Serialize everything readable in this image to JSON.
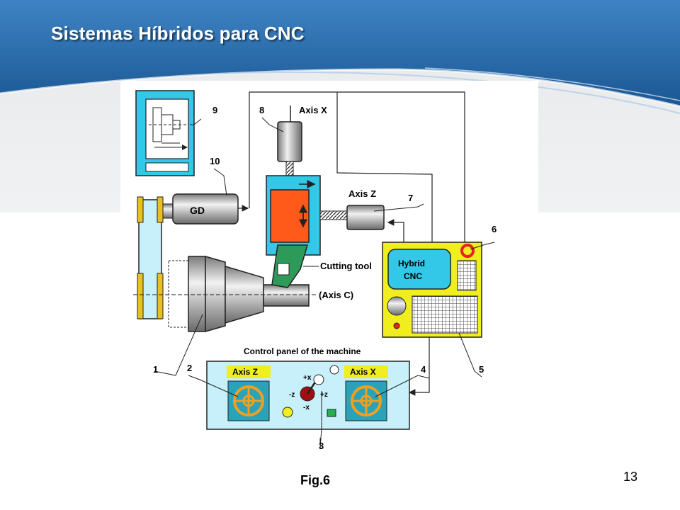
{
  "slide": {
    "title": "Sistemas Híbridos para CNC",
    "caption": "Fig.6",
    "page_number": "13"
  },
  "diagram": {
    "labels": {
      "axis_x": "Axis X",
      "axis_z": "Axis Z",
      "gd": "GD",
      "cutting_tool": "Cutting tool",
      "axis_c": "(Axis C)",
      "hybrid_line1": "Hybrid",
      "hybrid_line2": "CNC",
      "control_panel": "Control panel of the machine",
      "panel_axis_z": "Axis Z",
      "panel_axis_x": "Axis X",
      "jog_plus_x": "+x",
      "jog_minus_z": "-z",
      "jog_plus_z": "+z",
      "jog_minus_x": "-x"
    },
    "callouts": [
      "1",
      "2",
      "3",
      "4",
      "5",
      "6",
      "7",
      "8",
      "9",
      "10"
    ]
  },
  "colors": {
    "header_blue": "#1f5f9e",
    "cyan": "#33c8e8",
    "orange": "#ff5a1a",
    "yellow": "#f0ee1e",
    "light_cyan": "#c8f0fa",
    "green_tool": "#2e9a5a"
  }
}
